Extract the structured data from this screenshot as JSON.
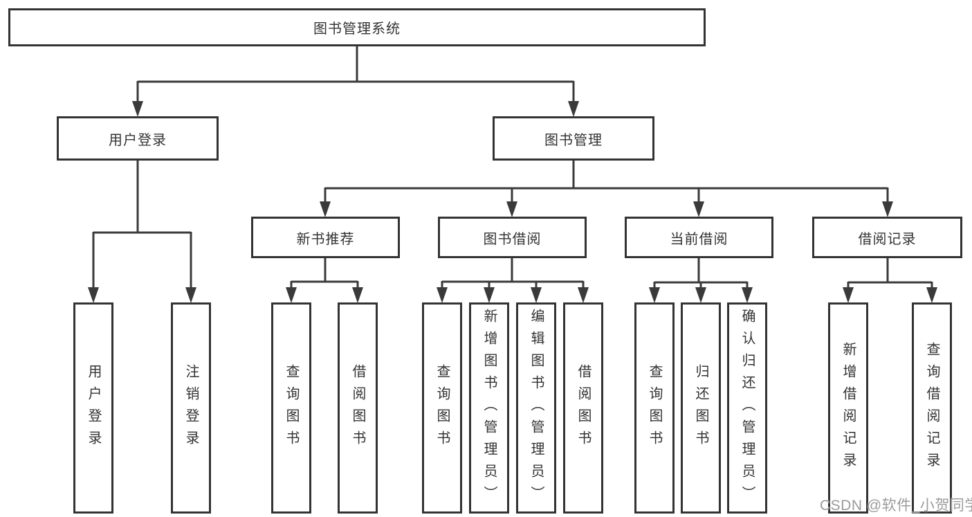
{
  "diagram": {
    "root": "图书管理系统",
    "level2": [
      "用户登录",
      "图书管理"
    ],
    "level3": [
      "新书推荐",
      "图书借阅",
      "当前借阅",
      "借阅记录"
    ],
    "leaves": {
      "user_login": [
        "用户登录",
        "注销登录"
      ],
      "new_book": [
        "查询图书",
        "借阅图书"
      ],
      "book_borrow": [
        "查询图书",
        "新增图书（管理员）",
        "编辑图书（管理员）",
        "借阅图书"
      ],
      "current_borrow": [
        "查询图书",
        "归还图书",
        "确认归还（管理员）"
      ],
      "borrow_record": [
        "新增借阅记录",
        "查询借阅记录"
      ]
    }
  },
  "watermark": "CSDN @软件_小贺同学",
  "colors": {
    "line": "#3a3a3a",
    "box_border": "#333333",
    "text": "#333333",
    "watermark": "#9b9b9b",
    "background": "#ffffff"
  }
}
